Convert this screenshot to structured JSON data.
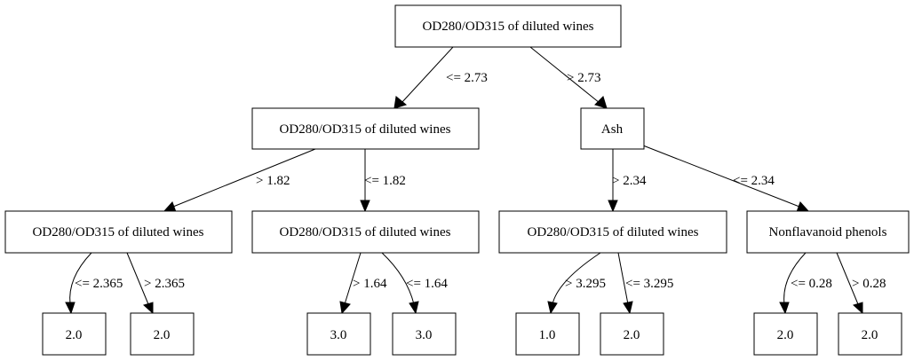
{
  "nodes": {
    "n0": "OD280/OD315 of diluted wines",
    "n1": "OD280/OD315 of diluted wines",
    "n2": "Ash",
    "n3": "OD280/OD315 of diluted wines",
    "n4": "OD280/OD315 of diluted wines",
    "n5": "OD280/OD315 of diluted wines",
    "n6": "Nonflavanoid phenols",
    "l1": "2.0",
    "l2": "2.0",
    "l3": "3.0",
    "l4": "3.0",
    "l5": "1.0",
    "l6": "2.0",
    "l7": "2.0",
    "l8": "2.0"
  },
  "edges": {
    "e_n0_n1": "<= 2.73",
    "e_n0_n2": "> 2.73",
    "e_n1_n3": "> 1.82",
    "e_n1_n4": "<= 1.82",
    "e_n2_n5": "> 2.34",
    "e_n2_n6": "<= 2.34",
    "e_n3_l1": "<= 2.365",
    "e_n3_l2": "> 2.365",
    "e_n4_l3": "> 1.64",
    "e_n4_l4": "<= 1.64",
    "e_n5_l5": "> 3.295",
    "e_n5_l6": "<= 3.295",
    "e_n6_l7": "<= 0.28",
    "e_n6_l8": "> 0.28"
  }
}
